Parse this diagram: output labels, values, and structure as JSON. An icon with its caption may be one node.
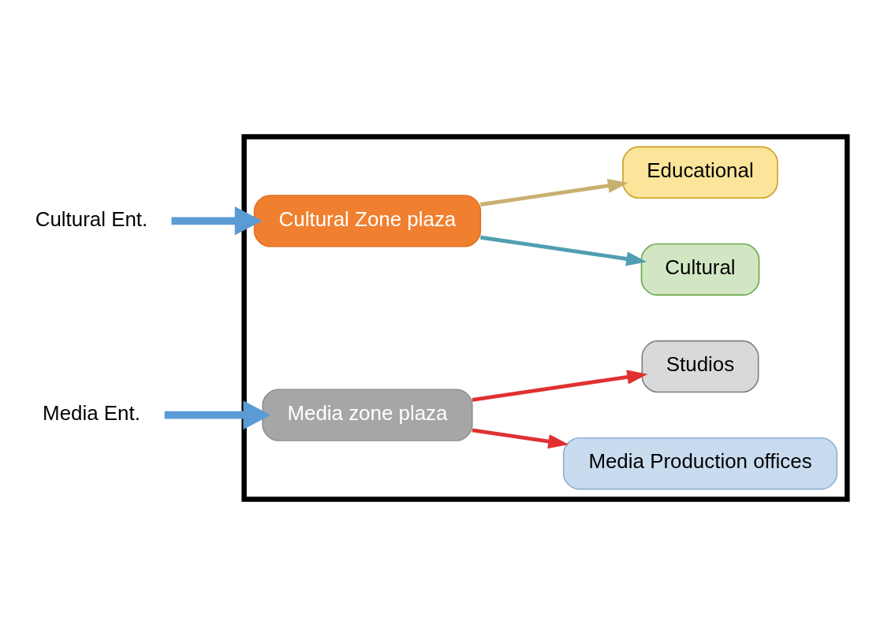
{
  "diagram": {
    "nodes": [
      {
        "text": [],
        "shape": "box"
      },
      {
        "text": [
          "Cultural Ent."
        ]
      },
      {
        "text": [
          "Cultural Zone plaza"
        ],
        "in": 0
      },
      {
        "text": [
          "Cultural"
        ],
        "in": 0
      },
      {
        "text": [
          "Educational"
        ],
        "in": 0
      },
      {
        "text": [
          "Media Production offices"
        ],
        "in": 0
      },
      {
        "text": [
          "Media zone plaza"
        ],
        "in": 0
      },
      {
        "text": [
          "Studios"
        ],
        "in": 0
      },
      {
        "text": [
          "Media Ent."
        ]
      }
    ],
    "edges": [
      {
        "from": 1,
        "to": 2,
        "arrow": "to",
        "style": "thick",
        "color": "#5b9bd5"
      },
      {
        "from": 2,
        "to": 3,
        "arrow": "to",
        "color": "#4f9fb0"
      },
      {
        "from": 2,
        "to": 4,
        "arrow": "to",
        "color": "#c8b070"
      },
      {
        "from": 8,
        "to": 6,
        "arrow": "to",
        "style": "thick",
        "color": "#5b9bd5"
      },
      {
        "from": 6,
        "to": 5,
        "arrow": "to",
        "color": "#e03030"
      },
      {
        "from": 6,
        "to": 7,
        "arrow": "to",
        "color": "#e03030"
      }
    ]
  }
}
